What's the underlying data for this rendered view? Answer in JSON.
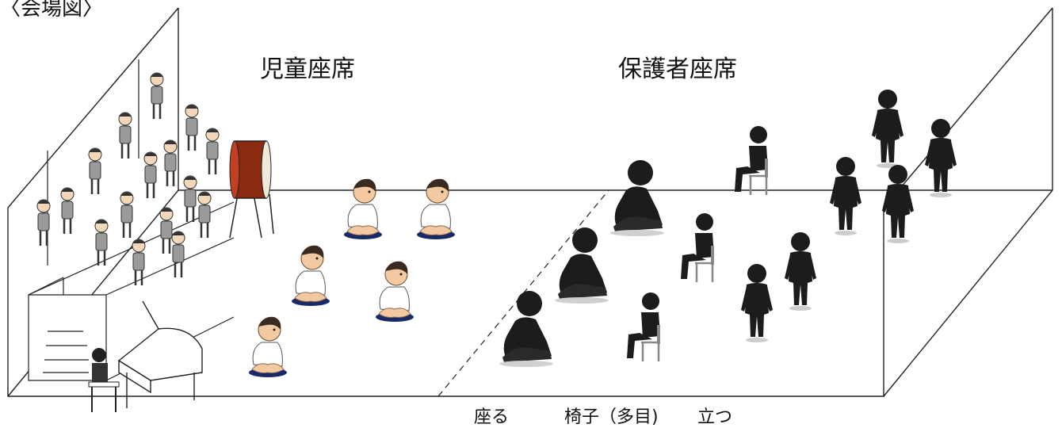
{
  "corner_label": "〈会場図〉",
  "areas": {
    "children_seats": "児童座席",
    "parent_seats": "保護者座席"
  },
  "parent_modes": {
    "sit": "座る",
    "chair": "椅子（多目)",
    "stand": "立つ"
  },
  "colors": {
    "line": "#222222",
    "silhouette": "#1c1c1c",
    "drum_body": "#8a2a10",
    "child_shirt": "#ffffff",
    "child_pants": "#1a2a66"
  }
}
